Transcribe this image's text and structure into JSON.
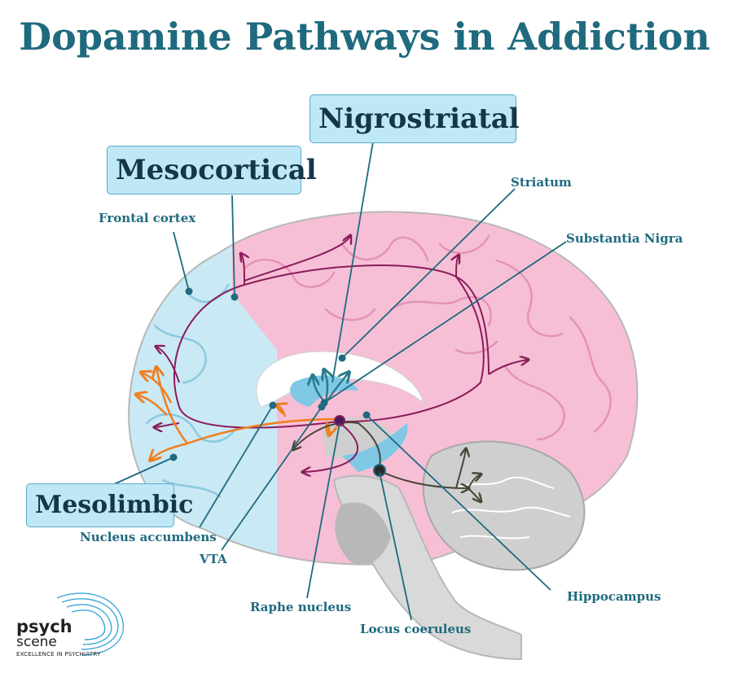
{
  "title": "Dopamine Pathways in Addiction",
  "pathways": {
    "mesocortical": "Mesocortical",
    "nigrostriatal": "Nigrostriatal",
    "mesolimbic": "Mesolimbic"
  },
  "labels": {
    "frontal_cortex": "Frontal cortex",
    "striatum": "Striatum",
    "substantia_nigra": "Substantia Nigra",
    "nucleus_accumbens": "Nucleus accumbens",
    "vta": "VTA",
    "raphe_nucleus": "Raphe nucleus",
    "locus_coeruleus": "Locus coeruleus",
    "hippocampus": "Hippocampus"
  },
  "logo": {
    "line1": "psych",
    "line2": "scene",
    "tagline": "EXCELLENCE IN PSYCHIATRY"
  },
  "colors": {
    "title": "#1f6a7e",
    "label": "#1f6a7e",
    "box_fill": "#bfe8f6",
    "frontal_region": "#c9e9f5",
    "cortex_region": "#f6bfd6",
    "mesocortical_arrows": "#8b1c5a",
    "mesolimbic_arrows": "#f07f1f",
    "nigrostriatal_arrows": "#2b7b8e",
    "brainstem_arrows": "#4a4535"
  }
}
